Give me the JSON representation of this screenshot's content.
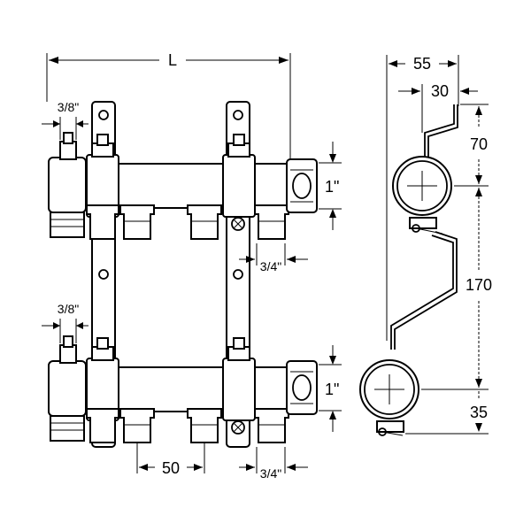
{
  "dimensions": {
    "overall_length": "L",
    "vent_thread_top": "3/8\"",
    "vent_thread_bottom": "3/8\"",
    "main_thread_top": "1\"",
    "main_thread_bottom": "1\"",
    "outlet_thread_top": "3/4\"",
    "outlet_thread_bottom": "3/4\"",
    "outlet_spacing": "50",
    "bracket_depth": "55",
    "bracket_offset": "30",
    "bracket_top": "70",
    "bracket_spacing": "170",
    "bracket_bottom": "35"
  }
}
